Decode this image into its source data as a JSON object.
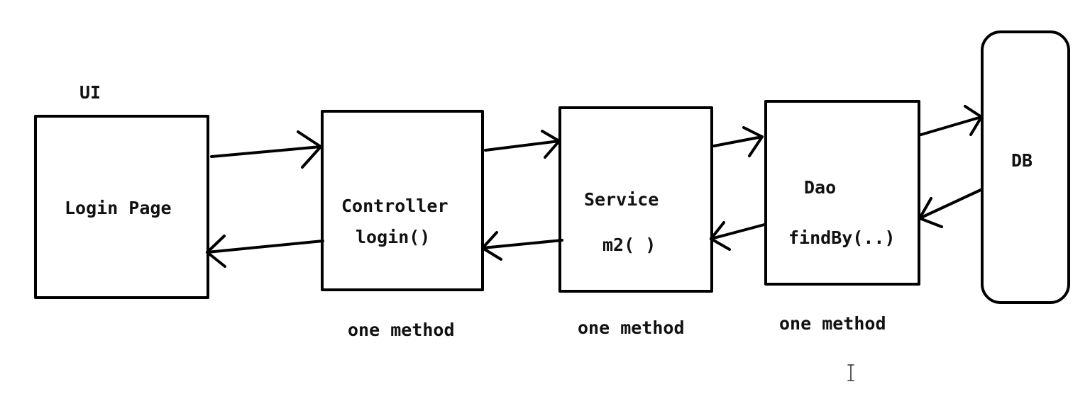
{
  "colors": {
    "stroke": "#000000",
    "background": "#ffffff",
    "text": "#111111"
  },
  "ui_label": "UI",
  "nodes": {
    "login_page": {
      "label": "Login Page"
    },
    "controller": {
      "label": "Controller",
      "method": "login()",
      "note": "one method"
    },
    "service": {
      "label": "Service",
      "method": "m2( )",
      "note": "one method"
    },
    "dao": {
      "label": "Dao",
      "method": "findBy(..)",
      "note": "one method"
    },
    "db": {
      "label": "DB"
    }
  },
  "edges": [
    {
      "from": "login_page",
      "to": "controller",
      "direction": "forward"
    },
    {
      "from": "controller",
      "to": "service",
      "direction": "forward"
    },
    {
      "from": "service",
      "to": "dao",
      "direction": "forward"
    },
    {
      "from": "dao",
      "to": "db",
      "direction": "forward"
    },
    {
      "from": "db",
      "to": "dao",
      "direction": "back"
    },
    {
      "from": "dao",
      "to": "service",
      "direction": "back"
    },
    {
      "from": "service",
      "to": "controller",
      "direction": "back"
    },
    {
      "from": "controller",
      "to": "login_page",
      "direction": "back"
    }
  ],
  "icons": {
    "cursor": "text-cursor-icon"
  }
}
